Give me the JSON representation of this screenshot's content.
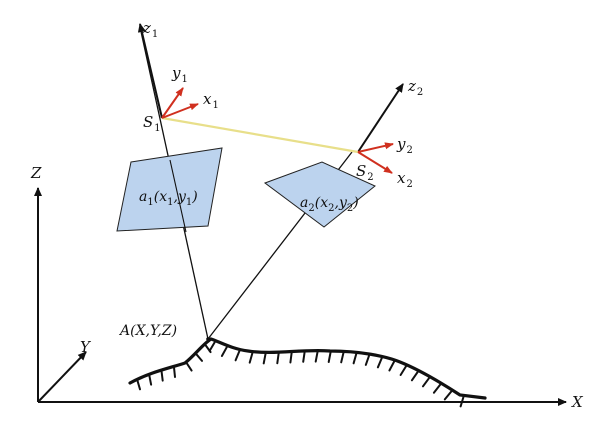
{
  "world_axes": {
    "x_label": "X",
    "y_label": "Y",
    "z_label": "Z"
  },
  "camera1": {
    "center_main": "S",
    "center_sub": "1",
    "z_main": "z",
    "z_sub": "1",
    "x_main": "x",
    "x_sub": "1",
    "y_main": "y",
    "y_sub": "1",
    "image_point": {
      "name": "a",
      "name_sub": "1",
      "open": "(",
      "x": "x",
      "x_sub": "1",
      "comma": ",",
      "y": "y",
      "y_sub": "1",
      "close": ")"
    }
  },
  "camera2": {
    "center_main": "S",
    "center_sub": "2",
    "z_main": "z",
    "z_sub": "2",
    "x_main": "x",
    "x_sub": "2",
    "y_main": "y",
    "y_sub": "2",
    "image_point": {
      "name": "a",
      "name_sub": "2",
      "open": "(",
      "x": "x",
      "x_sub": "2",
      "comma": ",",
      "y": "y",
      "y_sub": "2",
      "close": ")"
    }
  },
  "ground_point": {
    "label": "A(X,Y,Z)"
  },
  "colors": {
    "image_plane_fill": "#bcd3ee",
    "image_plane_stroke": "#222222",
    "camera_axis_arrows": "#d0301f",
    "baseline": "#e8df8a",
    "lines": "#111111"
  }
}
